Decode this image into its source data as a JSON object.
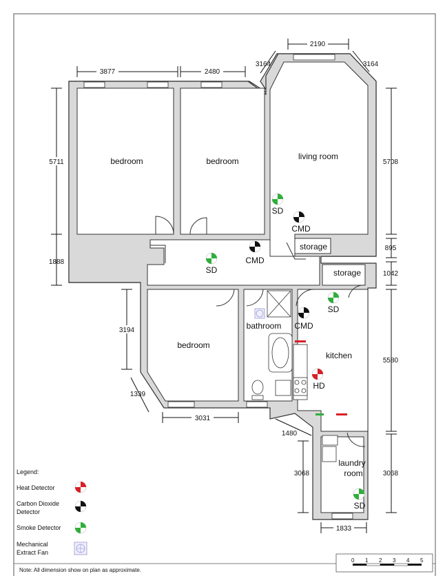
{
  "rooms": {
    "bedroom1": "bedroom",
    "bedroom2": "bedroom",
    "living": "living room",
    "storage1": "storage",
    "storage2": "storage",
    "bedroom3": "bedroom",
    "bathroom": "bathroom",
    "kitchen": "kitchen",
    "laundry_line1": "laundry",
    "laundry_line2": "room"
  },
  "dimensions": {
    "top_left": "3877",
    "top_mid": "2480",
    "bay_left": "3164",
    "bay_top": "2190",
    "bay_right": "3164",
    "left_upper": "5711",
    "left_lower": "1888",
    "right_upper": "5708",
    "right_mid1": "895",
    "right_mid2": "1042",
    "right_lower": "5580",
    "bed3_height": "3194",
    "bed3_diag": "1339",
    "bed3_width": "3031",
    "laundry_diag": "1480",
    "laundry_left": "3068",
    "laundry_right": "3068",
    "laundry_width": "1833"
  },
  "devices": {
    "sd_living": "SD",
    "cmd_living": "CMD",
    "sd_hall": "SD",
    "cmd_hall": "CMD",
    "sd_storage": "SD",
    "cmd_bath": "CMD",
    "hd_kitchen": "HD",
    "sd_laundry": "SD"
  },
  "legend": {
    "title": "Legend:",
    "heat": "Heat Detector",
    "co_line1": "Carbon Dioxide",
    "co_line2": "Detector",
    "smoke": "Smoke Detector",
    "fan_line1": "Mechanical",
    "fan_line2": "Extract Fan"
  },
  "note": "Note: All dimension show on plan as approximate.",
  "scale": {
    "ticks": [
      "0",
      "1",
      "2",
      "3",
      "4",
      "5"
    ]
  },
  "colors": {
    "heat_detector": "#d81f26",
    "co_detector": "#111111",
    "smoke_detector": "#2fae3a",
    "wall_fill": "#d9d9d9"
  }
}
